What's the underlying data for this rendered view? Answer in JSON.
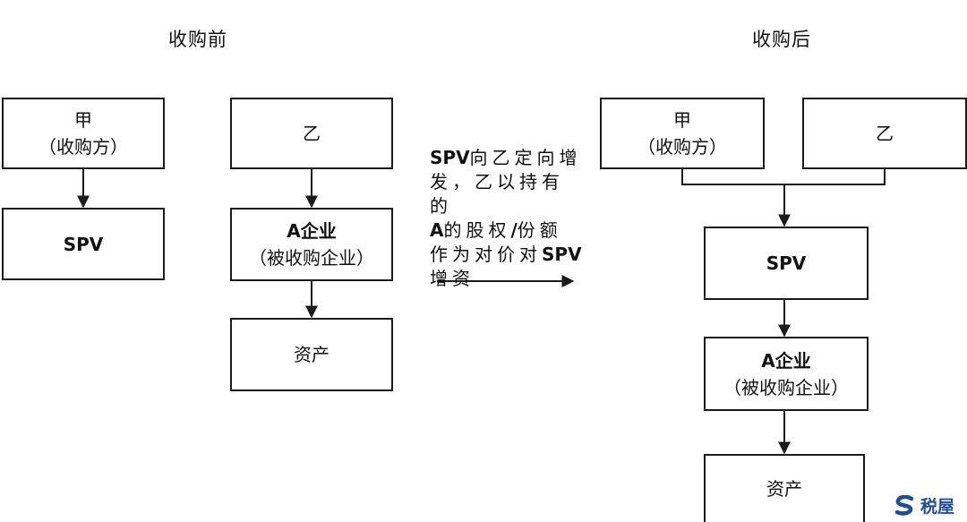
{
  "before": {
    "title": "收购前",
    "jia": {
      "line1": "甲",
      "line2": "（收购方）"
    },
    "spv": "SPV",
    "yi": "乙",
    "a_company": {
      "line1": "A企业",
      "line2": "（被收购企业）"
    },
    "assets": "资产"
  },
  "transaction_note": {
    "line1_bold": "SPV",
    "line1_rest": "向乙定向增",
    "line2": "发，乙以持有的",
    "line3_bold_a": "A",
    "line3_mid": "的股权",
    "line3_bold_slash": "/",
    "line3_rest": "份额",
    "line4_start": "作为对价对",
    "line4_bold": "SPV",
    "line5": "增资"
  },
  "after": {
    "title": "收购后",
    "jia": {
      "line1": "甲",
      "line2": "（收购方）"
    },
    "yi": "乙",
    "spv": "SPV",
    "a_company": {
      "line1": "A企业",
      "line2": "（被收购企业）"
    },
    "assets": "资产"
  },
  "watermark": {
    "text": "税屋",
    "icon": "s-logo-icon",
    "color": "#1f4e9c"
  }
}
